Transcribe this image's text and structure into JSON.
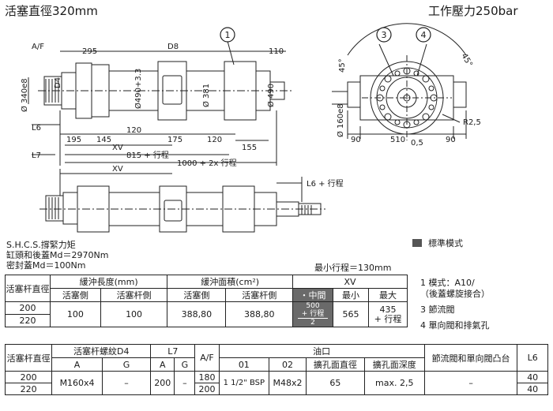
{
  "header": {
    "title_left": "活塞直徑320mm",
    "title_right": "工作壓力250bar"
  },
  "drawing": {
    "balloons": [
      "1",
      "3",
      "4"
    ],
    "dims": {
      "af": "A/F",
      "d4": "D4",
      "d8": "D8",
      "d295": "295",
      "d110": "110",
      "phi340": "Ø 340e8",
      "phi490_33": "Ø490+3.3",
      "phi381": "Ø 381",
      "phi490": "Ø 490",
      "l6": "L6",
      "l7": "L7",
      "d195": "195",
      "d145": "145",
      "d120a": "120",
      "d175": "175",
      "d120b": "120",
      "d155": "155",
      "xv": "XV",
      "d815": "815 + 行程",
      "d1000": "1000 + 2x 行程",
      "xv2": "XV",
      "l6stroke": "L6 + 行程",
      "a45l": "45°",
      "a45r": "45°",
      "r25": "R2,5",
      "phi160": "Ø 160e8",
      "d90l": "90",
      "d510": "510",
      "d05": "0,5",
      "d90r": "90"
    }
  },
  "notes": {
    "shcs": "S.H.C.S.撐緊力矩",
    "md1": "缸頭和後蓋Md＝2970Nm",
    "md2": "密封蓋Md＝100Nm"
  },
  "min_stroke": "最小行程＝130mm",
  "legend": {
    "standard": "標準模式"
  },
  "side_notes": {
    "n1a": "1  模式：A10/",
    "n1b": "（後蓋螺旋接合）",
    "n3": "3  節流閥",
    "n4": "4  單向閥和排氣孔"
  },
  "table1": {
    "h_piston_rod": "活塞杆直徑",
    "h_cushion_len": "緩沖長度(mm)",
    "h_cushion_area": "緩沖面積(cm²)",
    "h_xv": "XV",
    "h_piston_side": "活塞側",
    "h_rod_side": "活塞杆側",
    "h_piston_side2": "活塞側",
    "h_rod_side2": "活塞杆側",
    "h_mid": "・中間",
    "h_min": "最小",
    "h_max": "最大",
    "rod1": "200",
    "rod2": "220",
    "len_piston": "100",
    "len_rod": "100",
    "area_piston": "388,80",
    "area_rod": "388,80",
    "mid_num": "500",
    "mid_plus": "+ 行程",
    "mid_den": "2",
    "min": "565",
    "max1": "435",
    "max2": "+ 行程"
  },
  "table2": {
    "h_piston_rod": "活塞杆直徑",
    "h_thread": "活塞杆螺紋D4",
    "h_l7": "L7",
    "h_af": "A/F",
    "h_port": "油口",
    "h_valve": "節流閥和單向閥凸台",
    "h_l6": "L6",
    "h_a1": "A",
    "h_g1": "G",
    "h_a2": "A",
    "h_g2": "G",
    "h_01": "01",
    "h_02": "02",
    "h_spot_d": "擴孔面直徑",
    "h_spot_depth": "擴孔面深度",
    "rod1": "200",
    "rod2": "220",
    "thread_a": "M160x4",
    "thread_g": "–",
    "l7_a": "200",
    "l7_g": "–",
    "af1": "180",
    "af2": "200",
    "port01": "1 1/2\" BSP",
    "port02": "M48x2",
    "spot_d": "65",
    "spot_depth": "max. 2,5",
    "valve": "–",
    "l6_1": "40",
    "l6_2": "40"
  }
}
